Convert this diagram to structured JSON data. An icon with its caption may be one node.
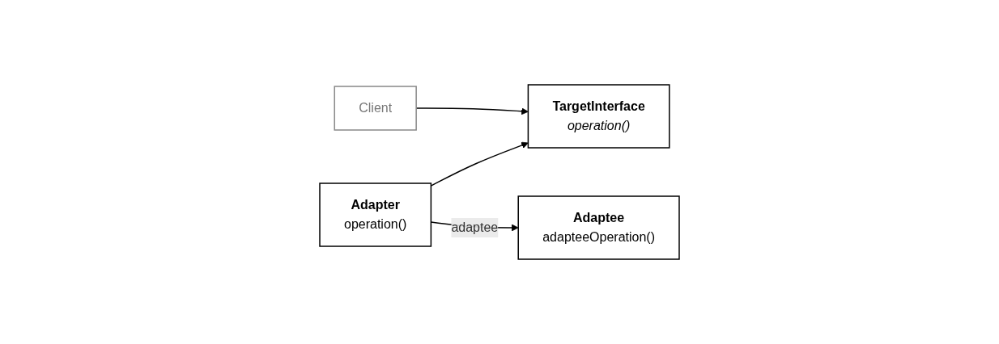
{
  "diagram": {
    "nodes": [
      {
        "text": [
          "Client"
        ]
      },
      {
        "text": [
          "TargetInterface",
          "operation()"
        ]
      },
      {
        "text": [
          "Adapter",
          "operation()"
        ]
      },
      {
        "text": [
          "Adaptee",
          "adapteeOperation()"
        ]
      }
    ],
    "edges": [
      {
        "from": 0,
        "to": 1,
        "arrow": "to"
      },
      {
        "from": 2,
        "to": 1,
        "arrow": "to"
      },
      {
        "from": 2,
        "to": 3,
        "arrow": "to",
        "label": "adaptee"
      }
    ]
  }
}
